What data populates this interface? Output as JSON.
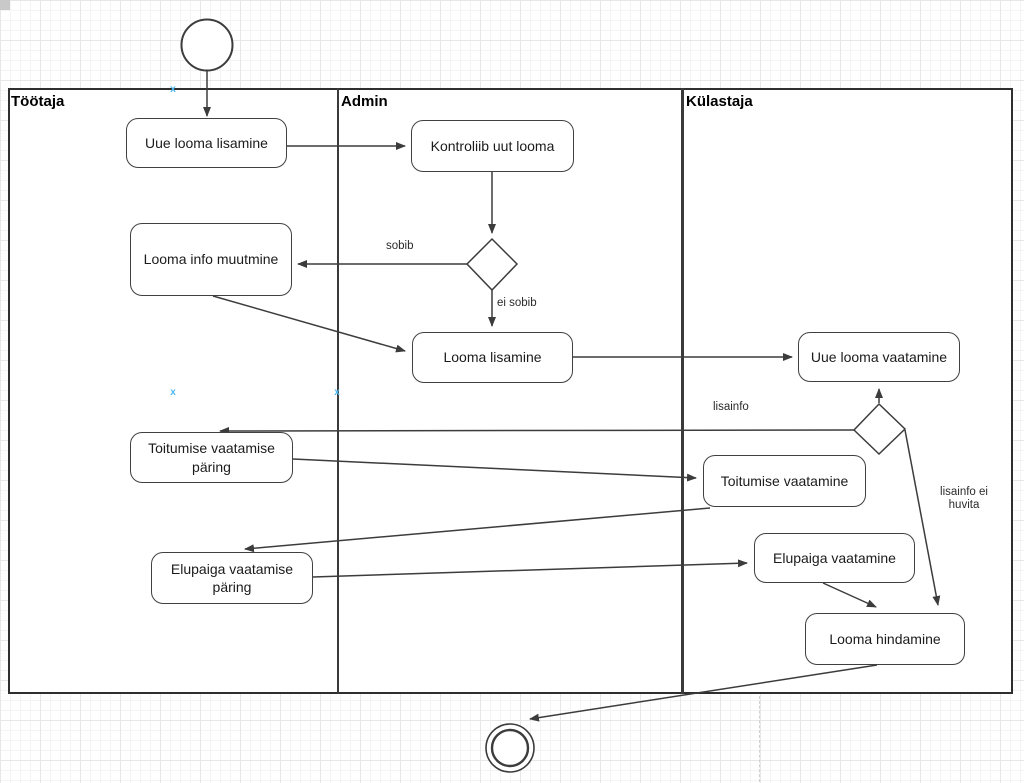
{
  "diagram": {
    "lanes": [
      {
        "label": "Töötaja"
      },
      {
        "label": "Admin"
      },
      {
        "label": "Külastaja"
      }
    ],
    "nodes": {
      "uue_looma_lisamine": {
        "label": "Uue looma lisamine"
      },
      "kontroliib_uut_looma": {
        "label": "Kontroliib uut looma"
      },
      "looma_info_muutmine": {
        "label": "Looma info muutmine"
      },
      "looma_lisamine": {
        "label": "Looma lisamine"
      },
      "uue_looma_vaatamine": {
        "label": "Uue looma vaatamine"
      },
      "toitumise_vaatamise_paring": {
        "label": "Toitumise vaatamise päring"
      },
      "toitumise_vaatamine": {
        "label": "Toitumise vaatamine"
      },
      "elupaiga_vaatamise_paring": {
        "label": "Elupaiga vaatamise päring"
      },
      "elupaiga_vaatamine": {
        "label": "Elupaiga vaatamine"
      },
      "looma_hindamine": {
        "label": "Looma hindamine"
      }
    },
    "edge_labels": {
      "sobib": "sobib",
      "ei_sobib": "ei sobib",
      "lisainfo": "lisainfo",
      "lisainfo_ei_huvita_line1": "lisainfo ei",
      "lisainfo_ei_huvita_line2": "huvita"
    },
    "colors": {
      "line": "#3c3c3c",
      "marker_blue": "#4cb8f0",
      "grid_minor": "#f4f4f4",
      "grid_major": "#e7e7e7"
    }
  },
  "icons": {
    "x_marker": "x"
  }
}
